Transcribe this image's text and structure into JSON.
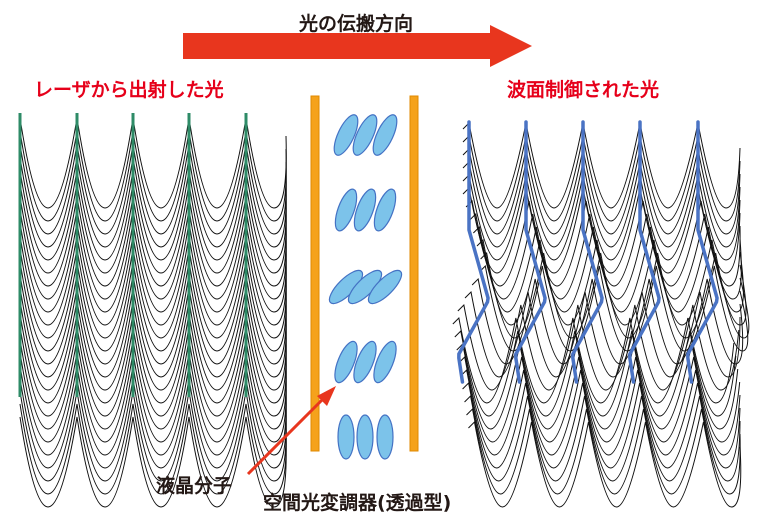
{
  "labels": {
    "propagation": "光の伝搬方向",
    "laser_light": "レーザから出射した光",
    "controlled_light": "波面制御された光",
    "lc_molecule": "液晶分子",
    "slm": "空間光変調器(透過型)"
  },
  "colors": {
    "arrow": "#e8361e",
    "label_red": "#e6001a",
    "text": "#231815",
    "green_line": "#2e8b67",
    "blue_line": "#4a73c4",
    "plate": "#f5a21b",
    "molecule": "#7cc3ea",
    "molecule_stroke": "#4472c4",
    "wave": "#111111"
  }
}
